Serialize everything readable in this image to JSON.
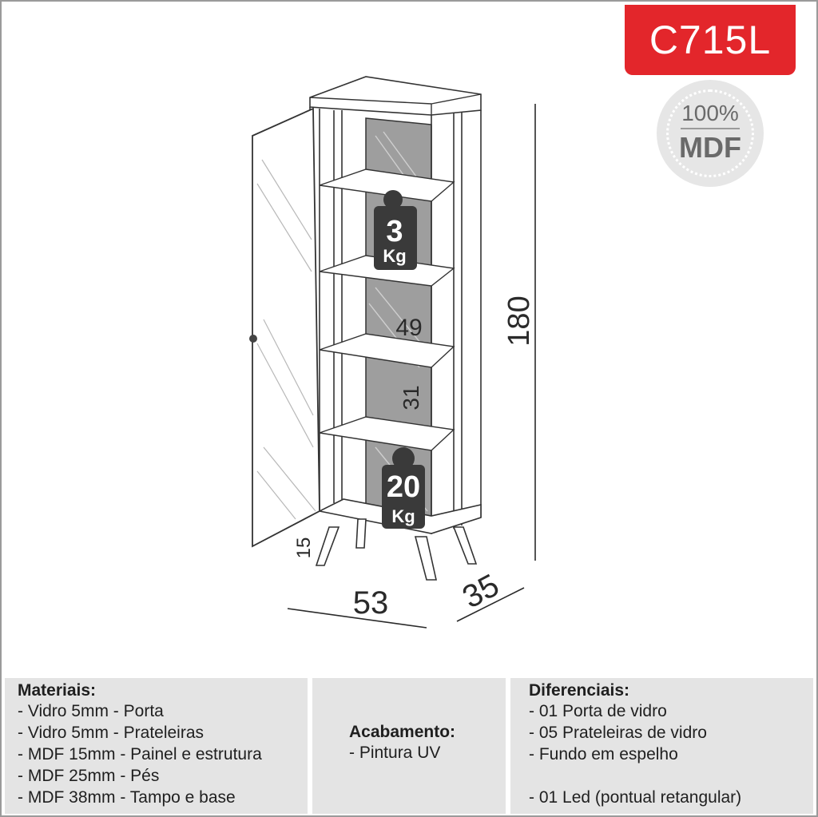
{
  "product_code": "C715L",
  "seal": {
    "percent": "100%",
    "material": "MDF"
  },
  "dimensions": {
    "height": "180",
    "width": "53",
    "depth": "35",
    "legs": "15",
    "upper_space": "49",
    "lower_space": "31"
  },
  "weights": {
    "shelf": {
      "value": "3",
      "unit": "Kg"
    },
    "base": {
      "value": "20",
      "unit": "Kg"
    }
  },
  "materials": {
    "title": "Materiais:",
    "items": [
      "- Vidro 5mm - Porta",
      "- Vidro 5mm - Prateleiras",
      "- MDF 15mm - Painel e estrutura",
      "- MDF 25mm - Pés",
      "- MDF 38mm - Tampo e base"
    ]
  },
  "finish": {
    "title": "Acabamento:",
    "items": [
      "- Pintura UV"
    ]
  },
  "features": {
    "title": "Diferenciais:",
    "items": [
      "- 01 Porta de vidro",
      "- 05 Prateleiras de vidro",
      "- Fundo em espelho",
      "",
      "- 01 Led (pontual retangular)"
    ]
  },
  "colors": {
    "badge": "#e3262b",
    "panel": "#e4e4e4",
    "mirror": "#9e9e9e",
    "weight_icon": "#3a3a3a"
  }
}
